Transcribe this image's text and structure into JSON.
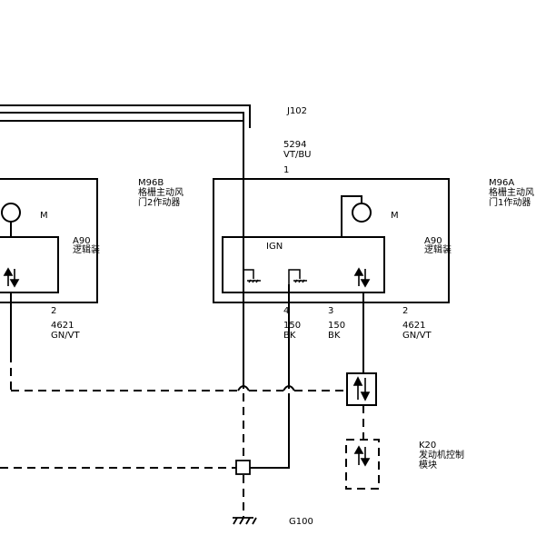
{
  "connector": {
    "label": "J102"
  },
  "wire_top": {
    "circuit": "5294",
    "color": "VT/BU"
  },
  "pin_top": {
    "number": "1"
  },
  "module_b": {
    "id": "M96B",
    "name_line1": "格栅主动风",
    "name_line2": "门2作动器",
    "motor_label": "M",
    "logic_id": "A90",
    "logic_label": "逻辑装",
    "pin": "2",
    "wire_circuit": "4621",
    "wire_color": "GN/VT"
  },
  "module_a": {
    "id": "M96A",
    "name_line1": "格栅主动风",
    "name_line2": "门1作动器",
    "motor_label": "M",
    "ign_label": "IGN",
    "logic_id": "A90",
    "logic_label": "逻辑装",
    "pin_4": "4",
    "pin_3": "3",
    "pin_2": "2",
    "wire4_circuit": "150",
    "wire4_color": "BK",
    "wire3_circuit": "150",
    "wire3_color": "BK",
    "wire2_circuit": "4621",
    "wire2_color": "GN/VT"
  },
  "ecm": {
    "id": "K20",
    "name_line1": "发动机控制",
    "name_line2": "模块"
  },
  "ground": {
    "label": "G100"
  },
  "colors": {
    "ink": "#000000",
    "background": "#ffffff"
  }
}
